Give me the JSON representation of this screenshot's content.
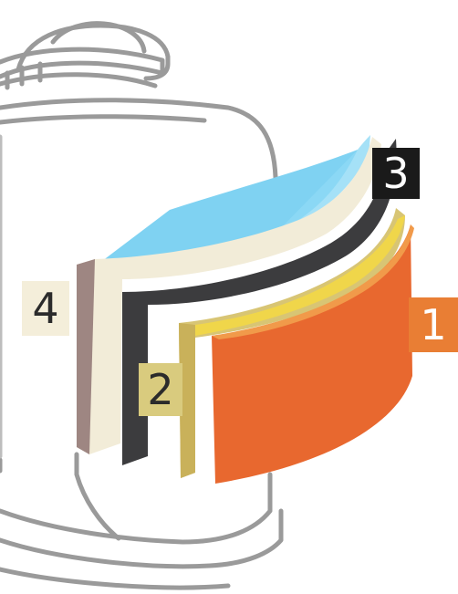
{
  "diagram": {
    "layers": [
      {
        "label": "1",
        "name": "outer-orange-layer",
        "color": "#E8682F"
      },
      {
        "label": "2",
        "name": "gold-layer",
        "color": "#D8C574"
      },
      {
        "label": "3",
        "name": "black-layer",
        "color": "#3C3C3E"
      },
      {
        "label": "4",
        "name": "cream-inner-layer",
        "color": "#F2ECD8"
      }
    ],
    "colors": {
      "tank_outline": "#9A9A9A",
      "inner_surface": "#7FD2F2",
      "label_1_bg": "#E97E34",
      "label_1_text": "#ffffff",
      "label_2_bg": "#D9CB7E",
      "label_2_text": "#2b2b2b",
      "label_3_bg": "#1a1a1a",
      "label_3_text": "#ffffff",
      "label_4_bg": "#F4EEDA",
      "label_4_text": "#2b2b2b"
    }
  }
}
